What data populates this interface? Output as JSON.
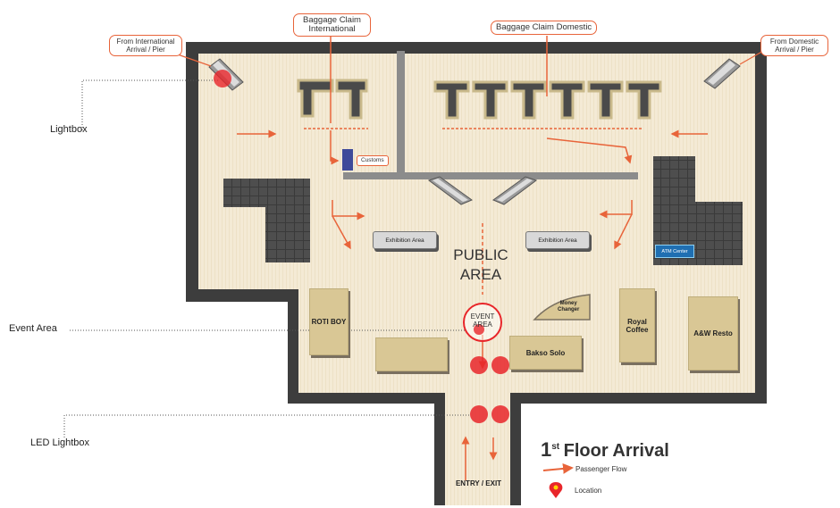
{
  "callouts": {
    "baggage_international": "Baggage Claim\nInternational",
    "baggage_domestic": "Baggage Claim Domestic",
    "from_international": "From International\nArrival / Pier",
    "from_domestic": "From Domestic\nArrival / Pier"
  },
  "side_labels": {
    "lightbox": "Lightbox",
    "event_area": "Event Area",
    "led_lightbox": "LED Lightbox"
  },
  "areas": {
    "customs": "Customs",
    "exhibition_left": "Exhibition Area",
    "exhibition_right": "Exhibition Area",
    "public_line1": "PUBLIC",
    "public_line2": "AREA",
    "atm_center": "ATM Center",
    "event_line1": "EVENT",
    "event_line2": "AREA",
    "entry_exit": "ENTRY / EXIT"
  },
  "shops": {
    "roti_boy": "ROTI BOY",
    "money_changer_line1": "Money",
    "money_changer_line2": "Changer",
    "bakso_solo": "Bakso Solo",
    "royal_coffee_line1": "Royal",
    "royal_coffee_line2": "Coffee",
    "aw_resto": "A&W Resto"
  },
  "legend": {
    "title_number": "1",
    "title_suffix": "st",
    "title_text": "Floor Arrival",
    "passenger_flow": "Passenger Flow",
    "location": "Location"
  },
  "colors": {
    "accent": "#e8643a",
    "wall": "#4a4a4a",
    "floor": "#f4ead5",
    "marker": "#e8262a",
    "counter": "#d9c795"
  }
}
